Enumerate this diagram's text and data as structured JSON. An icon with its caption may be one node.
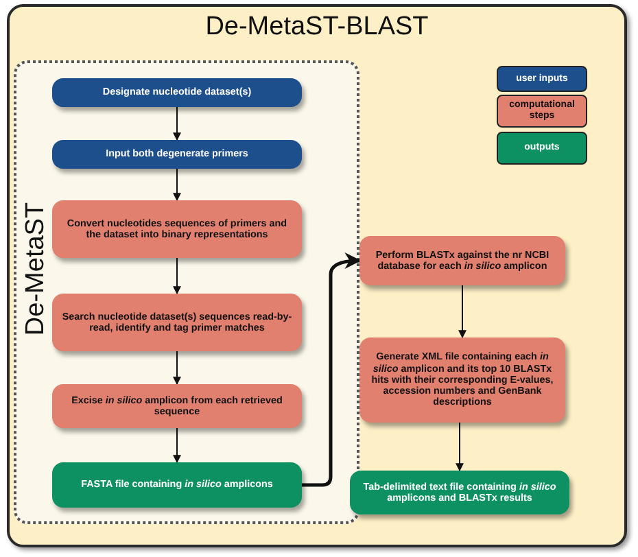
{
  "diagram": {
    "nodes": [
      {
        "text": [
          "De-MetaST-BLAST"
        ]
      },
      {
        "text": [
          "De-MetaST"
        ],
        "in": 0
      },
      {
        "text": [
          "Designate nucleotide dataset(s)"
        ],
        "in": 1
      },
      {
        "text": [
          "Input both degenerate primers"
        ],
        "in": 1
      },
      {
        "text": [
          "Convert nucleotides sequences of primers and the dataset into binary representations"
        ],
        "in": 1
      },
      {
        "text": [
          "Search nucleotide dataset(s) sequences read-by-read, identify and tag primer matches"
        ],
        "in": 1
      },
      {
        "text": [
          "Excise *in silico* amplicon from each retrieved sequence"
        ],
        "in": 1
      },
      {
        "text": [
          "FASTA file containing *in silico* amplicons"
        ],
        "in": 1
      },
      {
        "text": [
          "Perform BLASTx against the nr NCBI database for each *in silico* amplicon"
        ],
        "in": 0
      },
      {
        "text": [
          "Generate XML file containing each *in silico* amplicon and its top 10 BLASTx hits with their corresponding E-values, accession numbers and GenBank descriptions"
        ],
        "in": 0
      },
      {
        "text": [
          "Tab-delimited text file containing *in silico* amplicons and BLASTx results"
        ],
        "in": 0
      }
    ],
    "edges": [
      {
        "from": 2,
        "to": 3,
        "arrow": "to"
      },
      {
        "from": 3,
        "to": 4,
        "arrow": "to"
      },
      {
        "from": 4,
        "to": 5,
        "arrow": "to"
      },
      {
        "from": 5,
        "to": 6,
        "arrow": "to"
      },
      {
        "from": 6,
        "to": 7,
        "arrow": "to"
      },
      {
        "from": 7,
        "to": 8,
        "arrow": "to",
        "style": "thick"
      },
      {
        "from": 8,
        "to": 9,
        "arrow": "to"
      },
      {
        "from": 9,
        "to": 10,
        "arrow": "to"
      }
    ],
    "legend": [
      {
        "text": "user inputs",
        "color": "#1d4f8c"
      },
      {
        "text": "computational steps",
        "color": "#e2806f"
      },
      {
        "text": "outputs",
        "color": "#0e9162"
      }
    ]
  }
}
